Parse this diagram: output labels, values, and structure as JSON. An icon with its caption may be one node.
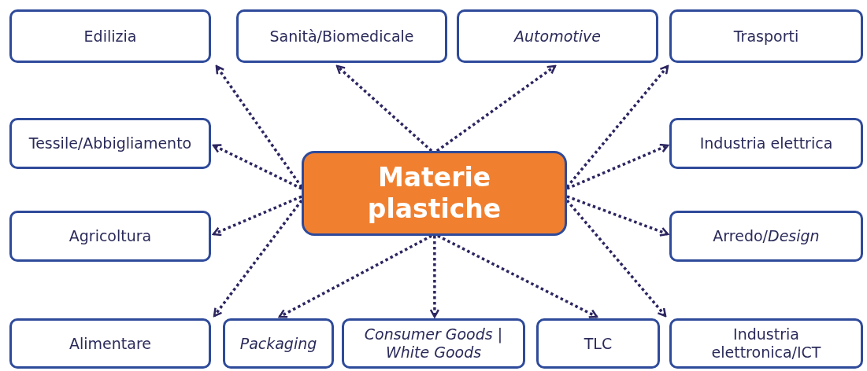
{
  "diagram": {
    "nodes": [
      {
        "text": [
          "Materie plastiche"
        ]
      },
      {
        "text": [
          "Edilizia"
        ]
      },
      {
        "text": [
          "Sanità/Biomedicale"
        ]
      },
      {
        "text": [
          "Automotive"
        ]
      },
      {
        "text": [
          "Trasporti"
        ]
      },
      {
        "text": [
          "Tessile/Abbigliamento"
        ]
      },
      {
        "text": [
          "Industria elettrica"
        ]
      },
      {
        "text": [
          "Agricoltura"
        ]
      },
      {
        "text": [
          "Arredo/*Design*"
        ]
      },
      {
        "text": [
          "Alimentare"
        ]
      },
      {
        "text": [
          "Packaging"
        ]
      },
      {
        "text": [
          "Consumer Goods | White Goods"
        ]
      },
      {
        "text": [
          "TLC"
        ]
      },
      {
        "text": [
          "Industria elettronica/ICT"
        ]
      }
    ],
    "edges": [
      {
        "from": 0,
        "to": 1,
        "arrow": "to"
      },
      {
        "from": 0,
        "to": 2,
        "arrow": "to"
      },
      {
        "from": 0,
        "to": 3,
        "arrow": "to"
      },
      {
        "from": 0,
        "to": 4,
        "arrow": "to"
      },
      {
        "from": 0,
        "to": 5,
        "arrow": "to"
      },
      {
        "from": 0,
        "to": 6,
        "arrow": "to"
      },
      {
        "from": 0,
        "to": 7,
        "arrow": "to"
      },
      {
        "from": 0,
        "to": 8,
        "arrow": "to"
      },
      {
        "from": 0,
        "to": 9,
        "arrow": "to"
      },
      {
        "from": 0,
        "to": 10,
        "arrow": "to"
      },
      {
        "from": 0,
        "to": 11,
        "arrow": "to"
      },
      {
        "from": 0,
        "to": 12,
        "arrow": "to"
      },
      {
        "from": 0,
        "to": 13,
        "arrow": "to"
      }
    ]
  }
}
